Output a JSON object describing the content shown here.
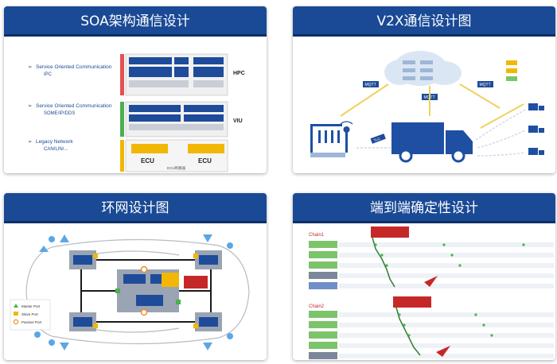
{
  "cards": [
    {
      "title": "SOA架构通信设计",
      "legend_items": [
        {
          "title": "Service Oriented Communication",
          "sub": "IPC"
        },
        {
          "title": "Service Oriented Communication",
          "sub": "SOME/IP/DDS"
        },
        {
          "title": "Legacy Network",
          "sub": "CAN/LIN/..."
        }
      ],
      "tier_labels": [
        "HPC",
        "VIU"
      ],
      "ecu_label": "ECU",
      "ecu_caption": "ECU断路器"
    },
    {
      "title": "V2X通信设计图",
      "mqtt_label": "MQTT",
      "tlc_label": "TLC"
    },
    {
      "title": "环网设计图",
      "legend": [
        "Master Port",
        "Slave Port",
        "Passive Port"
      ]
    },
    {
      "title": "端到端确定性设计",
      "chains": [
        "Chain1",
        "Chain2"
      ]
    }
  ],
  "colors": {
    "header": "#1a4a96",
    "green_row": "#7cc46a",
    "gray_row": "#7b879a",
    "blue_row": "#6f8fc8",
    "red_box": "#c62828",
    "truck": "#1f4fa3"
  }
}
